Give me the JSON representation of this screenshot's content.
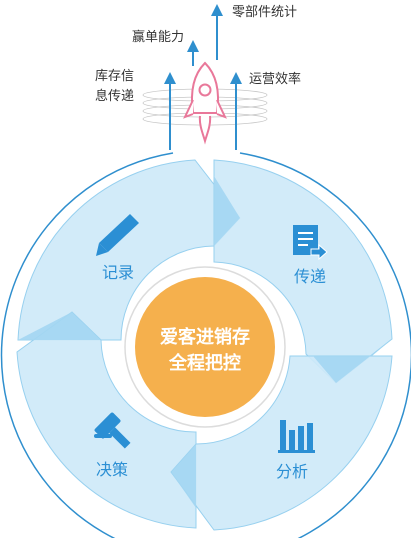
{
  "top_labels": {
    "parts_stats": "零部件统计",
    "win_rate": "赢单能力",
    "inventory_info_line1": "库存信",
    "inventory_info_line2": "息传递",
    "operation_efficiency": "运营效率"
  },
  "quadrants": {
    "record": "记录",
    "transfer": "传递",
    "decision": "决策",
    "analysis": "分析"
  },
  "center": {
    "line1": "爱客进销存",
    "line2": "全程把控"
  },
  "colors": {
    "primary_blue": "#2f8fce",
    "petal_fill": "#cde9f8",
    "petal_stroke": "#97d0ef",
    "overlap_fill": "#a3d6f2",
    "center_orange": "#f5b04d",
    "rocket_pink": "#e9789a",
    "icon_blue": "#2b8fd4"
  },
  "icons": {
    "record": "pencil-icon",
    "transfer": "document-share-icon",
    "decision": "gavel-icon",
    "analysis": "bar-chart-icon",
    "rocket": "rocket-icon"
  }
}
